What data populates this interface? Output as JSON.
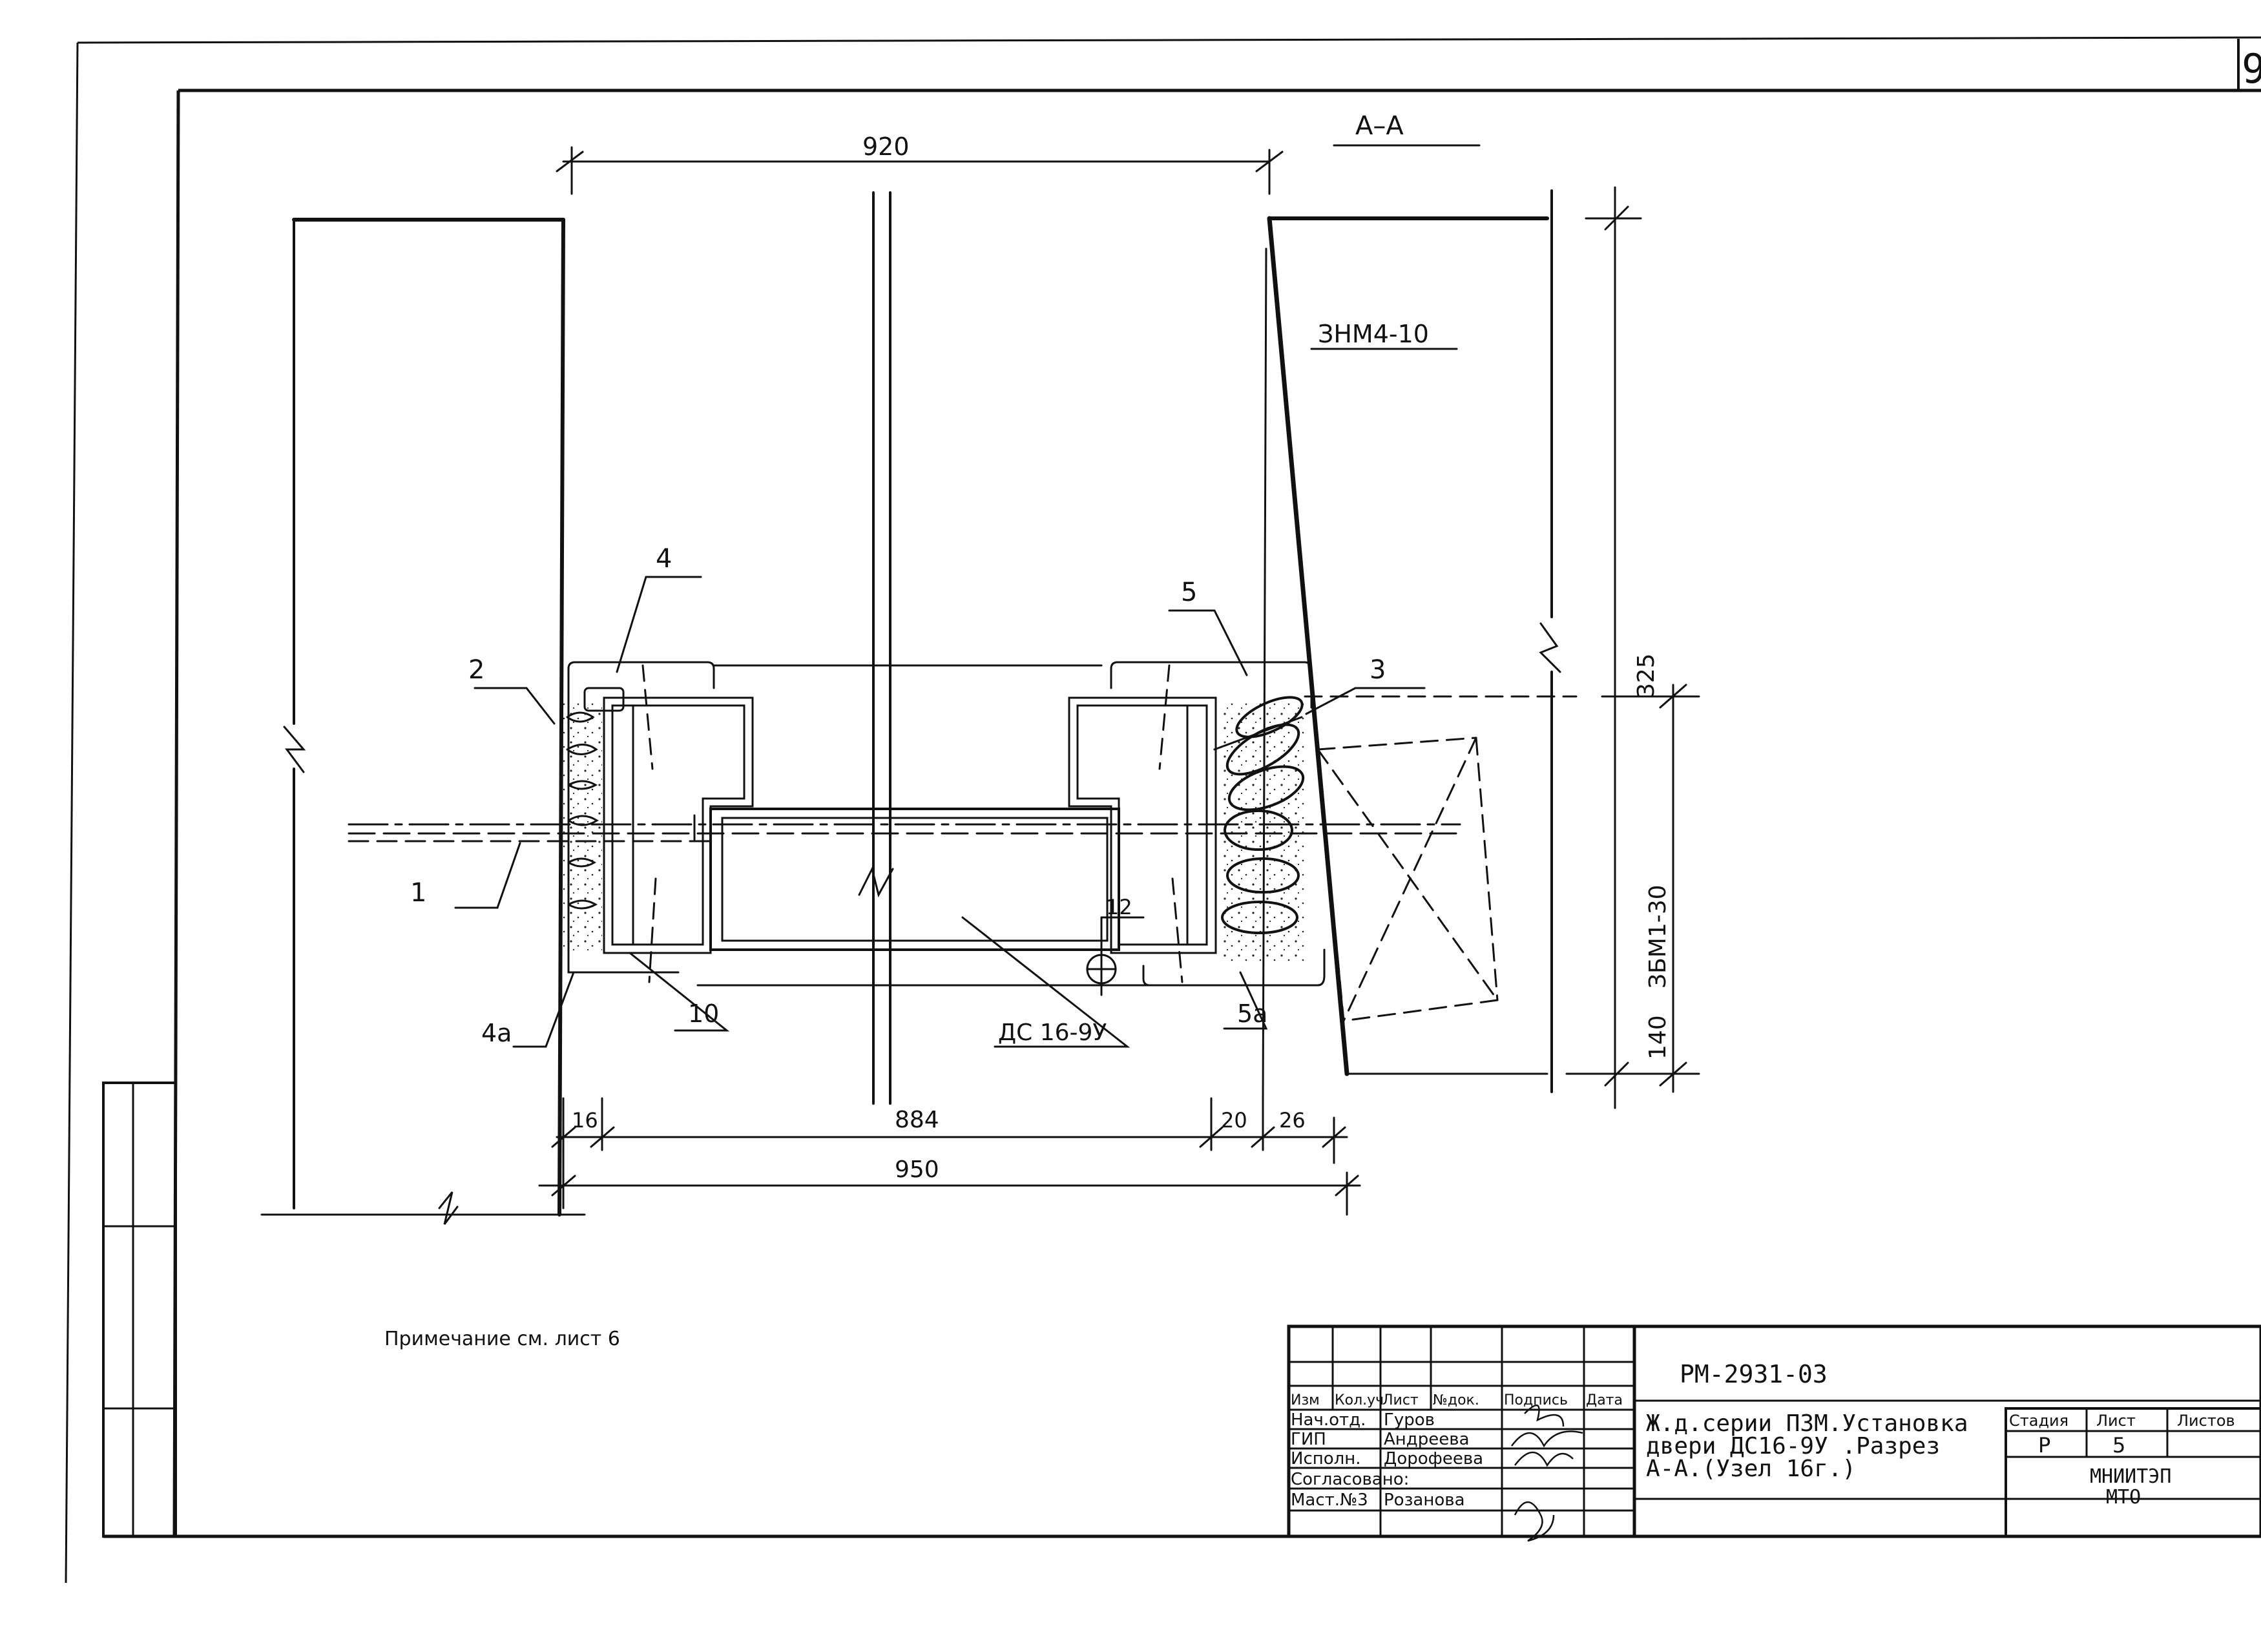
{
  "section_label": "А–А",
  "wall_label": "ЗНМ4-10",
  "beam_label": "ЗБМ1-30",
  "door_label": "ДС 16-9У",
  "callouts": [
    "1",
    "2",
    "3",
    "4",
    "4а",
    "5",
    "5а",
    "10",
    "12"
  ],
  "dims": {
    "top": "920",
    "bottom_inner": "884",
    "bottom_outer": "950",
    "left": "16",
    "gap_a": "20",
    "gap_b": "26",
    "height_total": "325",
    "height_low": "140"
  },
  "sheet_number": "9",
  "note": "Примечание см. лист 6",
  "title_block": {
    "doc_code": "РМ-2931-03",
    "description_lines": [
      "Ж.д.серии П3М.Установка",
      "двери ДС16-9У .Разрез",
      "А-А.(Узел  16г.)"
    ],
    "header_cols": [
      "Изм",
      "Кол.уч",
      "Лист",
      "№док.",
      "Подпись",
      "Дата"
    ],
    "people": [
      {
        "role": "Нач.отд.",
        "name": "Гуров"
      },
      {
        "role": "ГИП",
        "name": "Андреева"
      },
      {
        "role": "Исполн.",
        "name": "Дорофеева"
      },
      {
        "role": "Согласовано:",
        "name": ""
      },
      {
        "role": "Маст.№3",
        "name": "Розанова"
      }
    ],
    "stage_header": [
      "Стадия",
      "Лист",
      "Листов"
    ],
    "stage": "Р",
    "sheet": "5",
    "sheets": "",
    "org": [
      "МНИИТЭП",
      "МТО"
    ]
  }
}
